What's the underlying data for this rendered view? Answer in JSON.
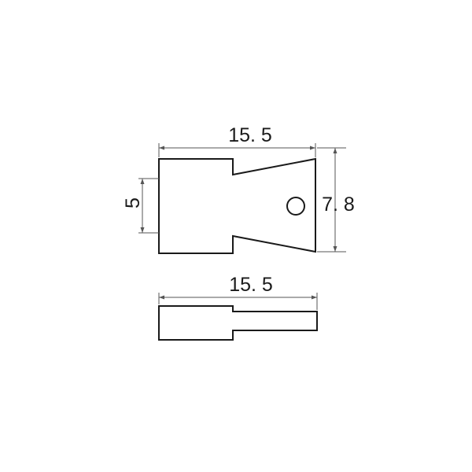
{
  "diagram": {
    "top_view": {
      "width_label": "15. 5",
      "height_label": "7. 8",
      "inner_height_label": "5"
    },
    "side_view": {
      "width_label": "15. 5"
    },
    "colors": {
      "outline": "#1a1a1a",
      "dimension_line": "#555555",
      "background": "#ffffff"
    }
  }
}
